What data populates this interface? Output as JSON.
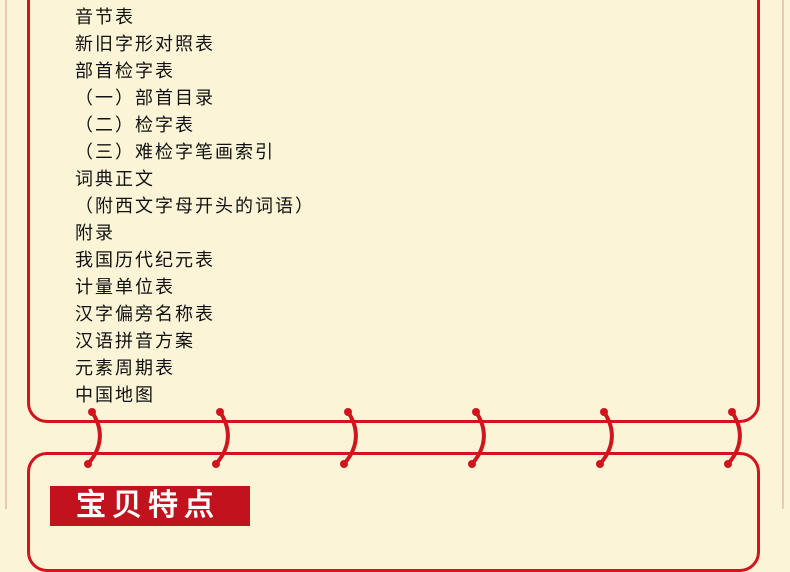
{
  "toc": {
    "items": [
      "音节表",
      "新旧字形对照表",
      "部首检字表",
      "（一）部首目录",
      "（二）检字表",
      "（三）难检字笔画索引",
      "词典正文",
      "（附西文字母开头的词语）",
      "附录",
      "我国历代纪元表",
      "计量单位表",
      "汉字偏旁名称表",
      "汉语拼音方案",
      "元素周期表",
      "中国地图"
    ]
  },
  "section": {
    "title": "宝贝特点"
  },
  "colors": {
    "accent": "#d1141e",
    "background": "#fbf4d7",
    "badge": "#c1121e"
  }
}
